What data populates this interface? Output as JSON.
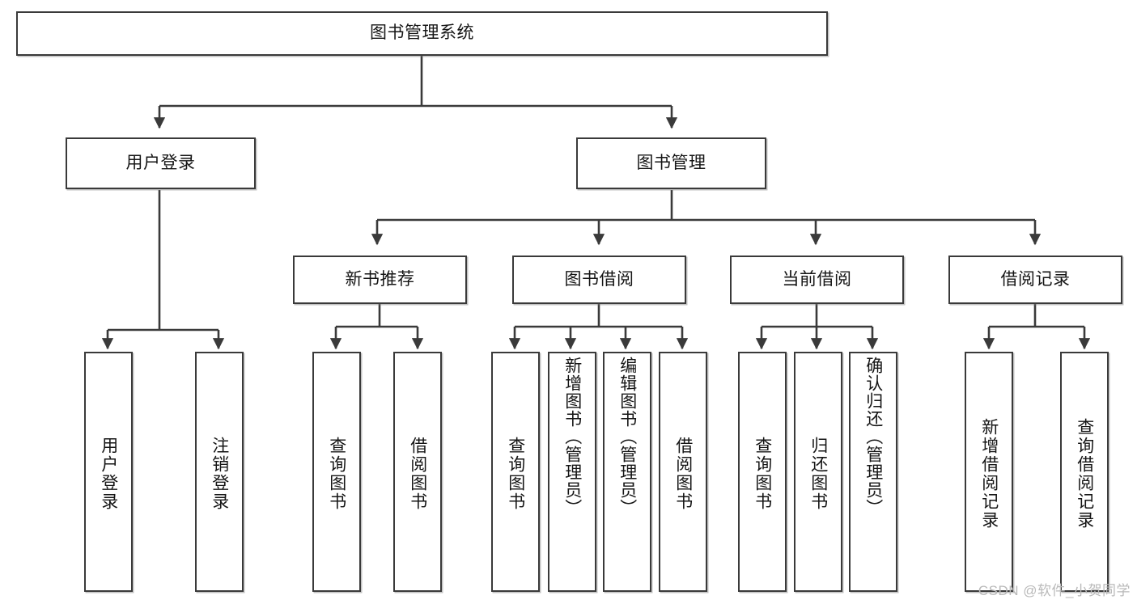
{
  "diagram": {
    "type": "tree",
    "title": "图书管理系统",
    "root": {
      "id": "root",
      "label": "图书管理系统"
    },
    "level2": [
      {
        "id": "user-login",
        "label": "用户登录"
      },
      {
        "id": "book-management",
        "label": "图书管理"
      }
    ],
    "level3": [
      {
        "id": "new-book-recommend",
        "label": "新书推荐"
      },
      {
        "id": "book-borrow",
        "label": "图书借阅"
      },
      {
        "id": "current-borrow",
        "label": "当前借阅"
      },
      {
        "id": "borrow-record",
        "label": "借阅记录"
      }
    ],
    "leaves": {
      "user_login": [
        {
          "id": "leaf-user-login",
          "label": "用户登录"
        },
        {
          "id": "leaf-logout-login",
          "label": "注销登录"
        }
      ],
      "new_book_recommend": [
        {
          "id": "leaf-query-book-1",
          "label": "查询图书"
        },
        {
          "id": "leaf-borrow-book-1",
          "label": "借阅图书"
        }
      ],
      "book_borrow": [
        {
          "id": "leaf-query-book-2",
          "label": "查询图书"
        },
        {
          "id": "leaf-add-book",
          "label": "新增图书（管理员）"
        },
        {
          "id": "leaf-edit-book",
          "label": "编辑图书（管理员）"
        },
        {
          "id": "leaf-borrow-book-2",
          "label": "借阅图书"
        }
      ],
      "current_borrow": [
        {
          "id": "leaf-query-book-3",
          "label": "查询图书"
        },
        {
          "id": "leaf-return-book",
          "label": "归还图书"
        },
        {
          "id": "leaf-confirm-return",
          "label": "确认归还（管理员）"
        }
      ],
      "borrow_record": [
        {
          "id": "leaf-add-borrow-record",
          "label": "新增借阅记录"
        },
        {
          "id": "leaf-query-borrow-record",
          "label": "查询借阅记录"
        }
      ]
    },
    "watermark": "CSDN @软件_小贺同学",
    "colors": {
      "stroke": "#3a3a3a",
      "fill": "#ffffff",
      "text": "#151515",
      "watermark": "#b9b9b9"
    }
  }
}
